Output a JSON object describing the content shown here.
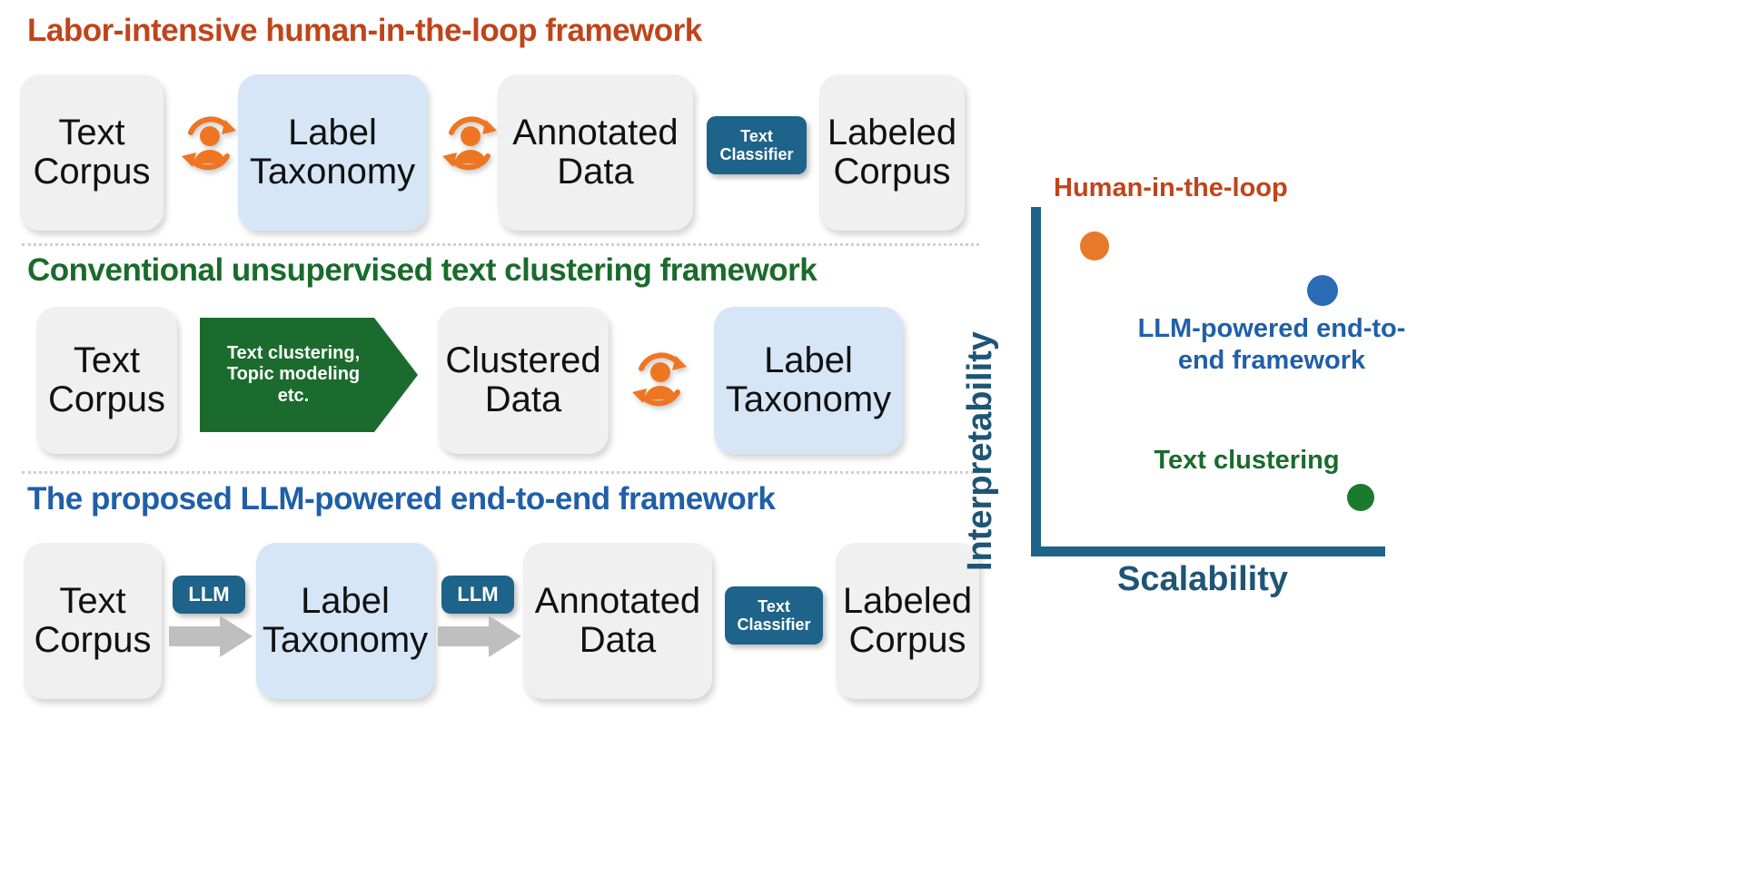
{
  "figure": {
    "colors": {
      "orange_title": "#C0441A",
      "green_title": "#1A6B2B",
      "blue_title": "#1F5FA8",
      "node_gray": "#f0f0f0",
      "node_blue": "#d6e6f7",
      "badge_teal": "#1E6389",
      "chevron_green": "#1C6B2E",
      "axis_teal": "#1E6389",
      "dot_orange": "#E8792B",
      "dot_blue": "#2A6BB5",
      "dot_green": "#1C7A2E",
      "arrow_gray": "#bfbfbf",
      "loop_orange": "#EE7623"
    }
  },
  "frameworks": [
    {
      "id": "human-in-the-loop",
      "title": "Labor-intensive human-in-the-loop framework",
      "title_color": "#C0441A",
      "nodes": [
        {
          "id": "text-corpus",
          "lines": [
            "Text",
            "Corpus"
          ],
          "style": "gray"
        },
        {
          "id": "label-taxonomy",
          "lines": [
            "Label",
            "Taxonomy"
          ],
          "style": "blue"
        },
        {
          "id": "annotated-data",
          "lines": [
            "Annotated",
            "Data"
          ],
          "style": "gray"
        },
        {
          "id": "labeled-corpus",
          "lines": [
            "Labeled",
            "Corpus"
          ],
          "style": "gray"
        }
      ],
      "connectors": [
        {
          "id": "loop-1",
          "type": "human-loop-icon"
        },
        {
          "id": "loop-2",
          "type": "human-loop-icon"
        },
        {
          "id": "text-classifier-1",
          "type": "badge",
          "lines": [
            "Text",
            "Classifier"
          ]
        }
      ]
    },
    {
      "id": "conventional-clustering",
      "title": "Conventional unsupervised text clustering framework",
      "title_color": "#1A6B2B",
      "nodes": [
        {
          "id": "text-corpus",
          "lines": [
            "Text",
            "Corpus"
          ],
          "style": "gray"
        },
        {
          "id": "clustered-data",
          "lines": [
            "Clustered",
            "Data"
          ],
          "style": "gray"
        },
        {
          "id": "label-taxonomy",
          "lines": [
            "Label",
            "Taxonomy"
          ],
          "style": "blue"
        }
      ],
      "connectors": [
        {
          "id": "clustering-process",
          "type": "chevron",
          "lines": [
            "Text clustering,",
            "Topic modeling",
            "etc."
          ]
        },
        {
          "id": "loop-3",
          "type": "human-loop-icon"
        }
      ]
    },
    {
      "id": "llm-end-to-end",
      "title": "The proposed LLM-powered end-to-end framework",
      "title_color": "#1F5FA8",
      "nodes": [
        {
          "id": "text-corpus",
          "lines": [
            "Text",
            "Corpus"
          ],
          "style": "gray"
        },
        {
          "id": "label-taxonomy",
          "lines": [
            "Label",
            "Taxonomy"
          ],
          "style": "blue"
        },
        {
          "id": "annotated-data",
          "lines": [
            "Annotated",
            "Data"
          ],
          "style": "gray"
        },
        {
          "id": "labeled-corpus",
          "lines": [
            "Labeled",
            "Corpus"
          ],
          "style": "gray"
        }
      ],
      "connectors": [
        {
          "id": "llm-1",
          "type": "badge-arrow",
          "label": "LLM"
        },
        {
          "id": "llm-2",
          "type": "badge-arrow",
          "label": "LLM"
        },
        {
          "id": "text-classifier-2",
          "type": "badge",
          "lines": [
            "Text",
            "Classifier"
          ]
        }
      ]
    }
  ],
  "chart_data": {
    "type": "scatter",
    "title": "",
    "xlabel": "Scalability",
    "ylabel": "Interpretability",
    "grid": false,
    "legend": "inline-annotations",
    "xlim": [
      0,
      1
    ],
    "ylim": [
      0,
      1
    ],
    "points": [
      {
        "label": "Human-in-the-loop",
        "x": 0.12,
        "y": 0.87,
        "color": "#E8792B",
        "label_position": "above"
      },
      {
        "label": "LLM-powered\nend-to-end framework",
        "x": 0.73,
        "y": 0.72,
        "color": "#2A6BB5",
        "label_position": "below"
      },
      {
        "label": "Text\nclustering",
        "x": 0.93,
        "y": 0.12,
        "color": "#1C7A2E",
        "label_position": "left"
      }
    ]
  },
  "chart_labels": {
    "human_in_the_loop": "Human-in-the-loop",
    "llm_line1": "LLM-powered",
    "llm_line2": "end-to-end framework",
    "clustering_line1": "Text",
    "clustering_line2": "clustering",
    "x_axis": "Scalability",
    "y_axis": "Interpretability"
  }
}
